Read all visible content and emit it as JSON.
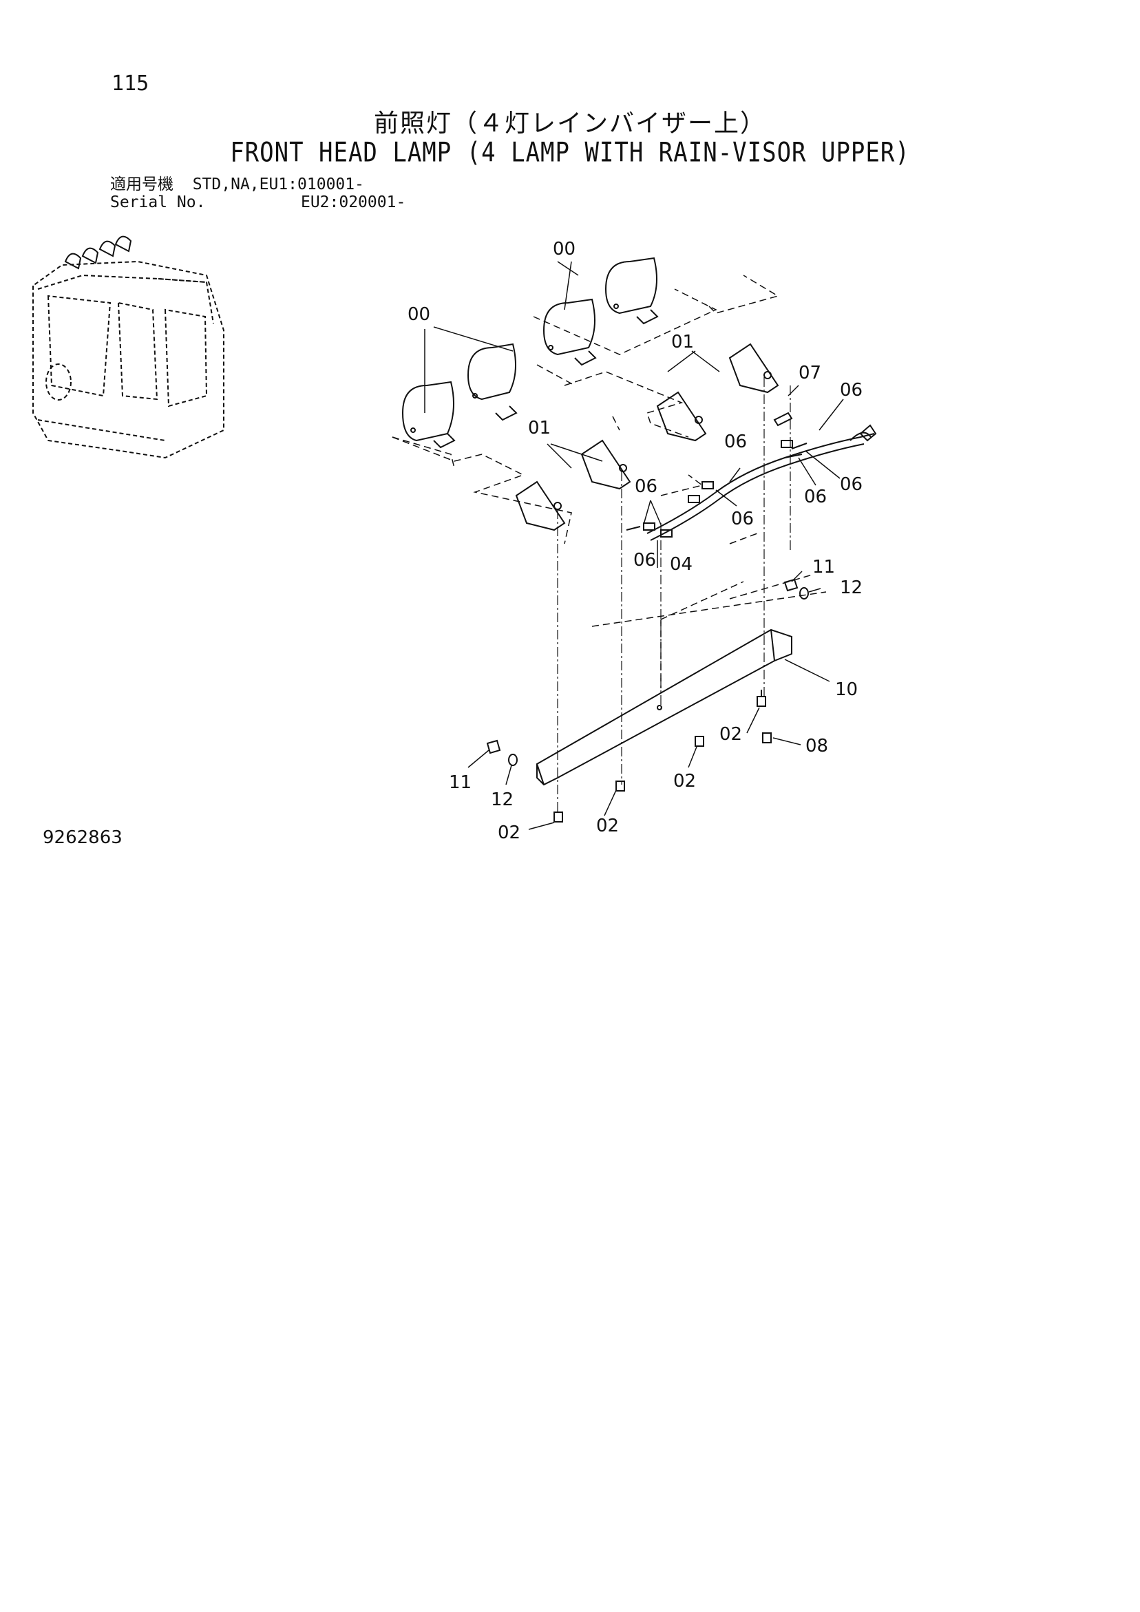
{
  "header": {
    "page_number": "115",
    "title_jp": "前照灯（４灯レインバイザー上）",
    "title_en": "FRONT HEAD LAMP (4 LAMP WITH RAIN-VISOR UPPER)",
    "applicable_label_jp": "適用号機",
    "serial_label": "Serial No.",
    "serial_line1": "STD,NA,EU1:010001-",
    "serial_line2": "EU2:020001-"
  },
  "footer": {
    "doc_number": "9262863"
  },
  "callouts": {
    "c00a": "00",
    "c00b": "00",
    "c01a": "01",
    "c01b": "01",
    "c07": "07",
    "c06a": "06",
    "c06b": "06",
    "c06c": "06",
    "c06d": "06",
    "c06e": "06",
    "c06f": "06",
    "c06g": "06",
    "c04": "04",
    "c11a": "11",
    "c12a": "12",
    "c10": "10",
    "c02a": "02",
    "c08": "08",
    "c02b": "02",
    "c11b": "11",
    "c12b": "12",
    "c02c": "02",
    "c02d": "02"
  }
}
